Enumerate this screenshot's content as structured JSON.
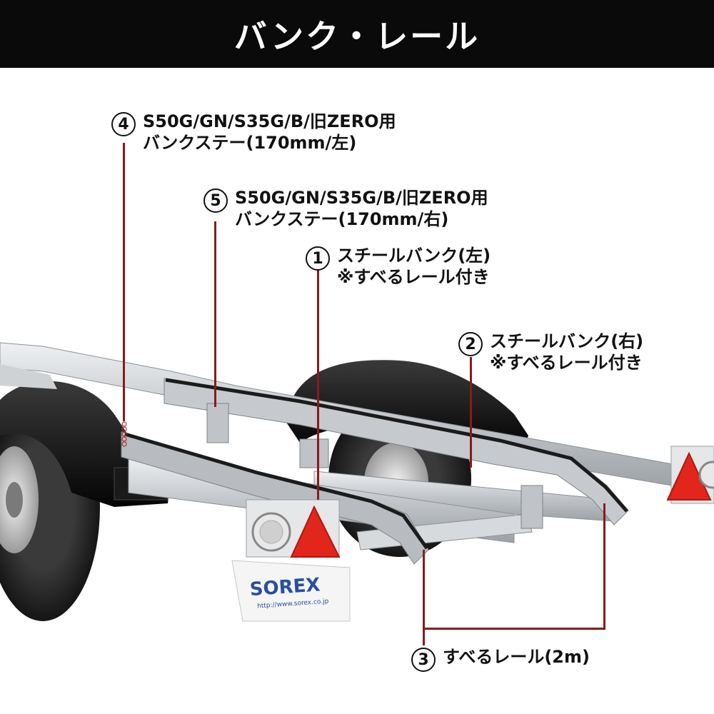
{
  "header": {
    "title": "バンク・レール"
  },
  "callouts": [
    {
      "number": "4",
      "line1": "S50G/GN/S35G/B/旧ZERO用",
      "line2": "バンクステー(170mm/左)"
    },
    {
      "number": "5",
      "line1": "S50G/GN/S35G/B/旧ZERO用",
      "line2": "バンクステー(170mm/右)"
    },
    {
      "number": "1",
      "line1": "スチールバンク(左)",
      "line2": "※すべるレール付き"
    },
    {
      "number": "2",
      "line1": "スチールバンク(右)",
      "line2": "※すべるレール付き"
    },
    {
      "number": "3",
      "line1": "すべるレール(2m)"
    }
  ],
  "license_plate": {
    "brand": "SOREX",
    "url": "http://www.sorex.co.jp"
  },
  "colors": {
    "header_bg": "#0a0a0a",
    "leader_line": "#8b1a1a",
    "frame": "#c9ccd0",
    "fender": "#111111",
    "reflector": "#e2261b"
  }
}
